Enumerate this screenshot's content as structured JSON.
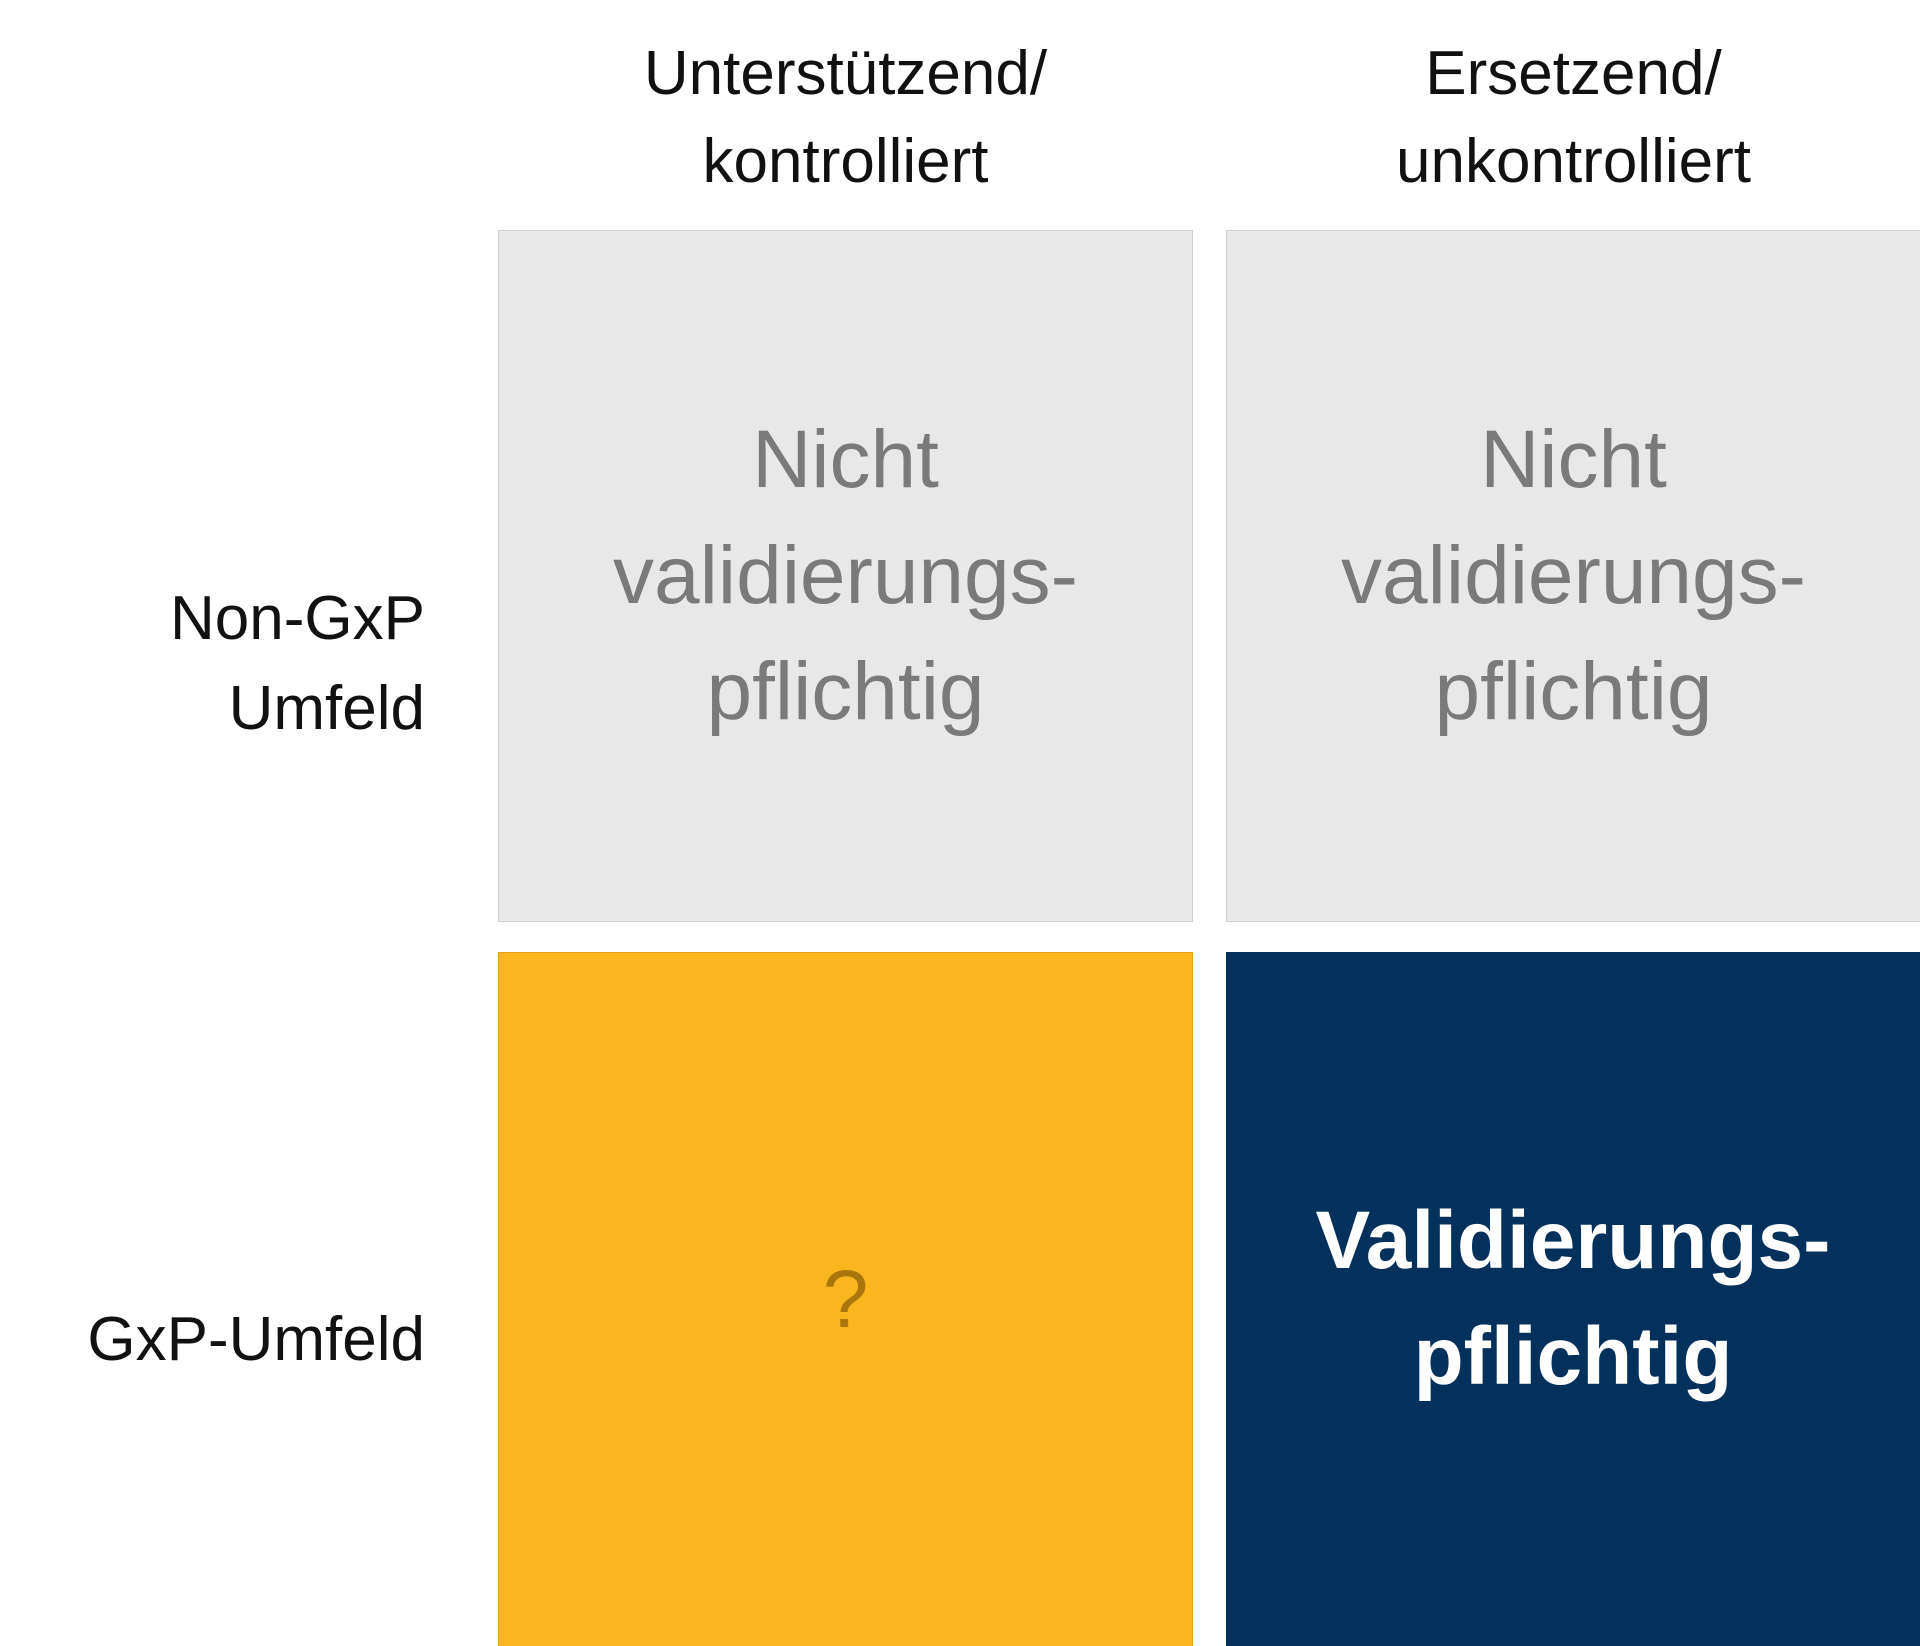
{
  "column_headers": [
    {
      "lines": [
        "Unterstützend/",
        "kontrolliert"
      ]
    },
    {
      "lines": [
        "Ersetzend/",
        "unkontrolliert"
      ]
    }
  ],
  "row_headers": [
    {
      "lines": [
        "Non-GxP",
        "Umfeld"
      ]
    },
    {
      "lines": [
        "GxP-Umfeld"
      ]
    }
  ],
  "cells": [
    [
      {
        "lines": [
          "Nicht",
          "validierungs-",
          "pflichtig"
        ],
        "background": "#e8e8e8",
        "text_color": "#7a7a7a"
      },
      {
        "lines": [
          "Nicht",
          "validierungs-",
          "pflichtig"
        ],
        "background": "#e8e8e8",
        "text_color": "#7a7a7a"
      }
    ],
    [
      {
        "lines": [
          "?"
        ],
        "background": "#fbb61f",
        "text_color": "#a8760a"
      },
      {
        "lines": [
          "Validierungs-",
          "pflichtig"
        ],
        "background": "#03315c",
        "text_color": "#ffffff"
      }
    ]
  ]
}
